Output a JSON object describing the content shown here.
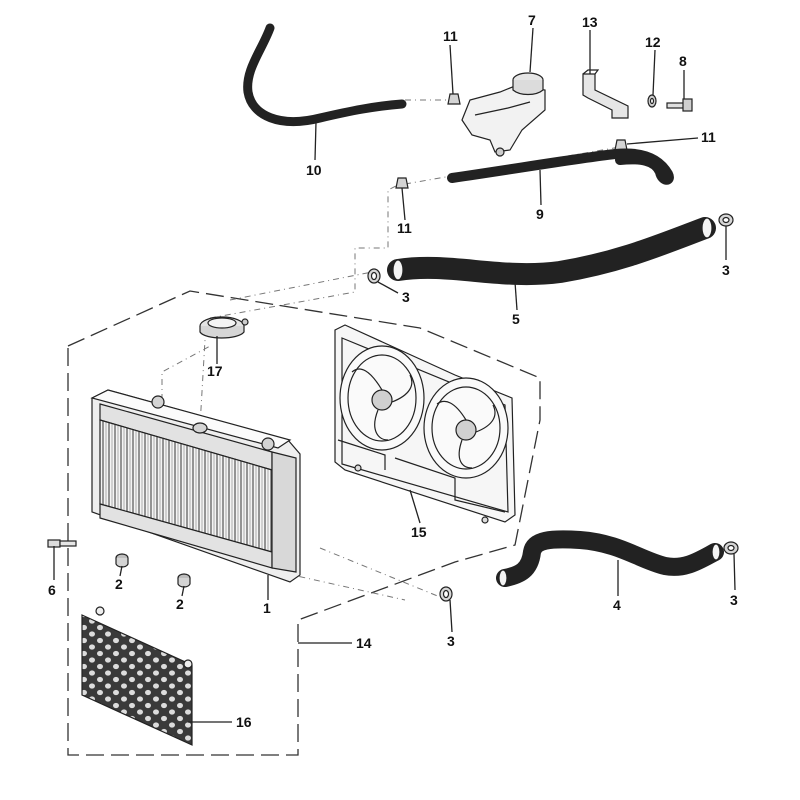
{
  "colors": {
    "line": "#222222",
    "fill_light": "#f2f2f2",
    "fill_mid": "#d9d9d9",
    "background": "#ffffff"
  },
  "callouts": {
    "radiator": "1",
    "plug_a": "2",
    "plug_b": "2",
    "clamp_upper_left": "3",
    "clamp_upper_right": "3",
    "clamp_lower_left": "3",
    "clamp_lower_right": "3",
    "lower_hose": "4",
    "upper_hose": "5",
    "drain_bolt": "6",
    "expansion_tank": "7",
    "tank_bolt": "8",
    "tank_hose": "9",
    "overflow_hose": "10",
    "clip_top": "11",
    "clip_right": "11",
    "clip_middle": "11",
    "washer": "12",
    "bracket": "13",
    "assembly": "14",
    "fan_shroud": "15",
    "grille": "16",
    "cap": "17"
  }
}
